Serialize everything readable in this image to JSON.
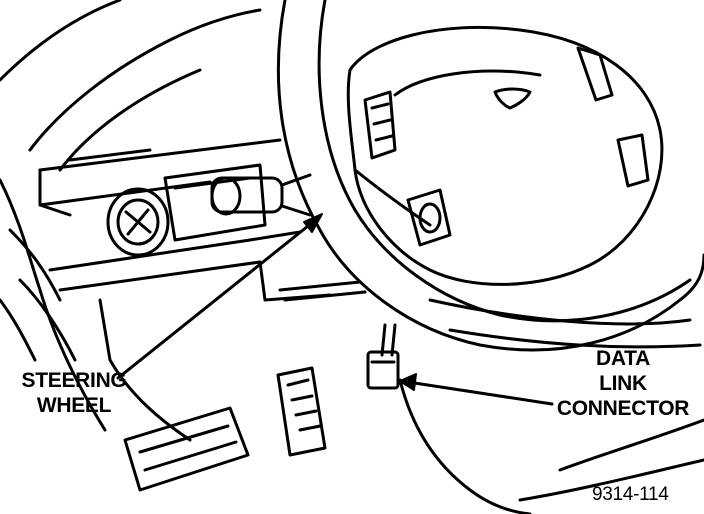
{
  "labels": {
    "steering_line1": "STEERING",
    "steering_line2": "WHEEL",
    "dlc_line1": "DATA",
    "dlc_line2": "LINK",
    "dlc_line3": "CONNECTOR",
    "figure_number": "9314-114"
  },
  "colors": {
    "ink": "#000000",
    "paper": "#ffffff"
  }
}
